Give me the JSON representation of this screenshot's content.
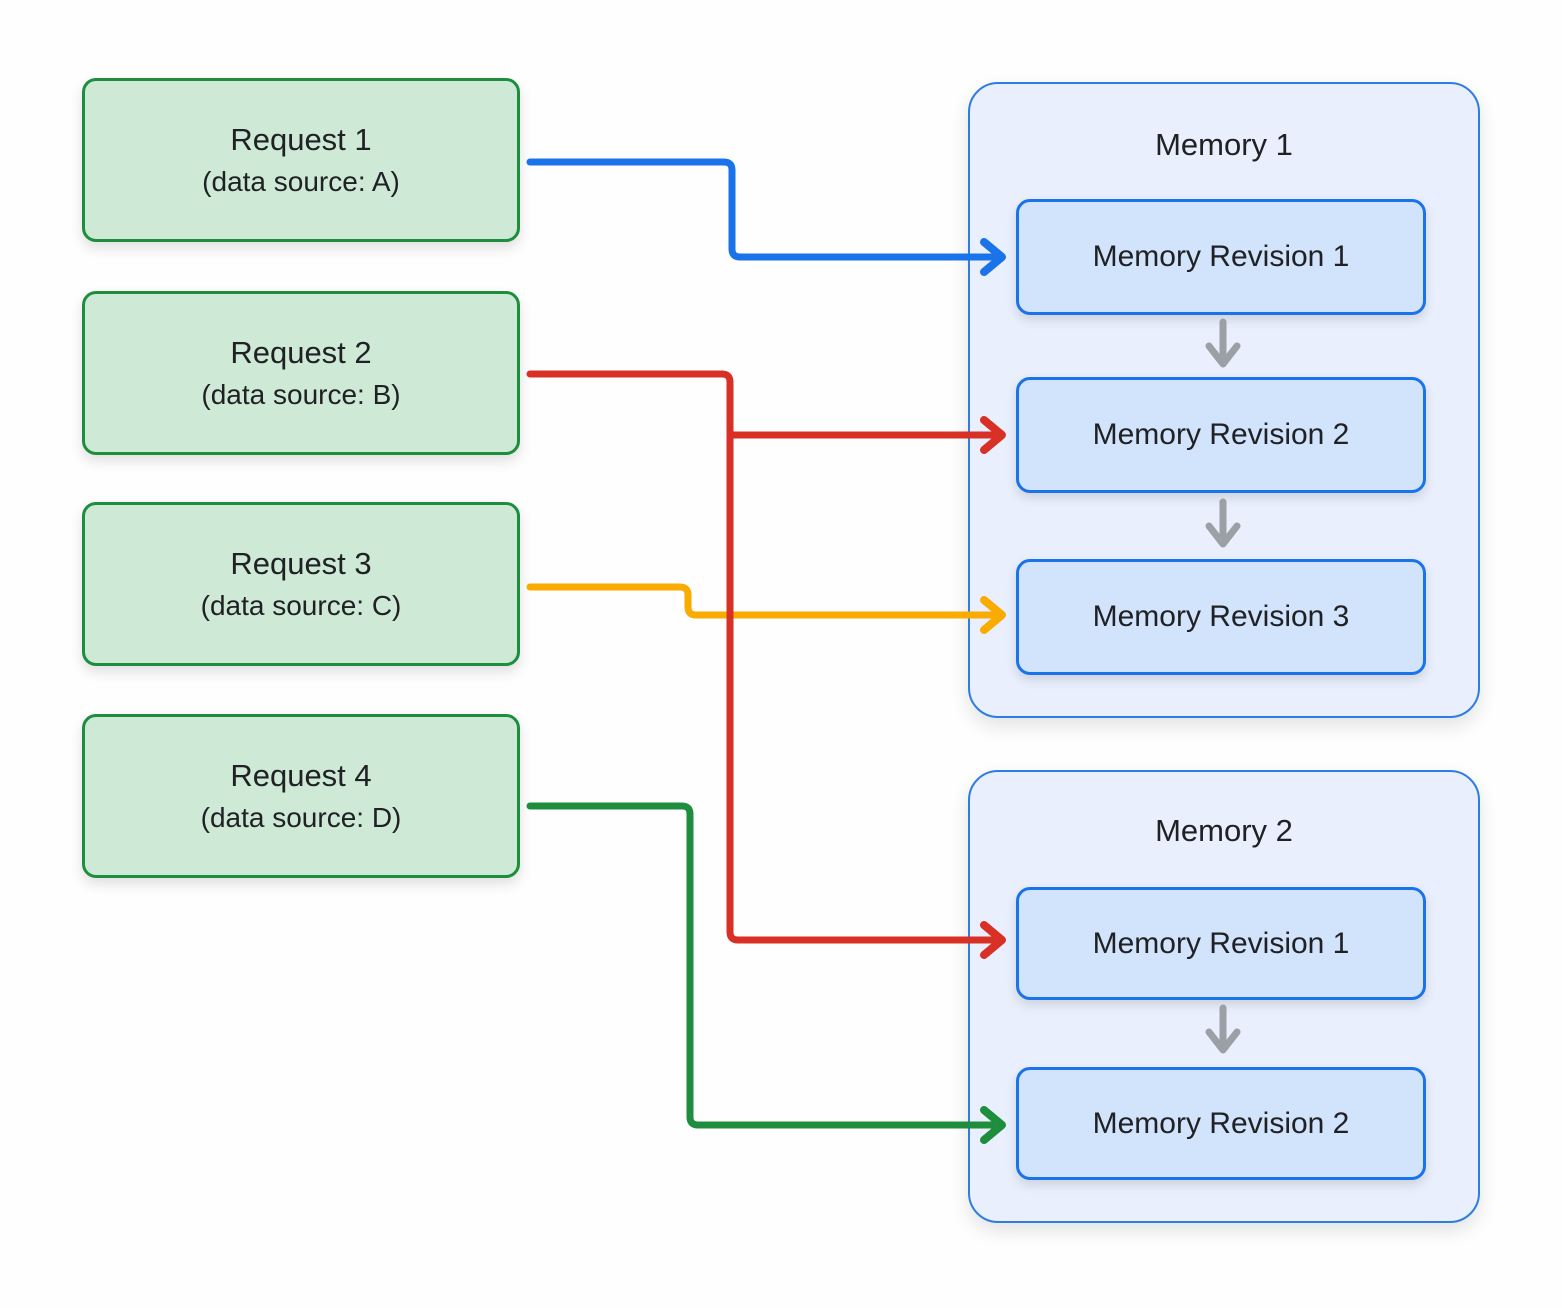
{
  "diagram": {
    "requests": [
      {
        "title": "Request 1",
        "subtitle": "(data source: A)"
      },
      {
        "title": "Request 2",
        "subtitle": "(data source: B)"
      },
      {
        "title": "Request 3",
        "subtitle": "(data source: C)"
      },
      {
        "title": "Request 4",
        "subtitle": "(data source: D)"
      }
    ],
    "memories": [
      {
        "title": "Memory 1",
        "revisions": [
          {
            "label": "Memory Revision 1"
          },
          {
            "label": "Memory Revision 2"
          },
          {
            "label": "Memory Revision 3"
          }
        ]
      },
      {
        "title": "Memory 2",
        "revisions": [
          {
            "label": "Memory Revision 1"
          },
          {
            "label": "Memory Revision 2"
          }
        ]
      }
    ],
    "connections": [
      {
        "from": "Request 1",
        "to": "Memory 1 / Memory Revision 1",
        "color": "#1a73e8"
      },
      {
        "from": "Request 2",
        "to": "Memory 1 / Memory Revision 2",
        "color": "#d93025"
      },
      {
        "from": "Request 2",
        "to": "Memory 2 / Memory Revision 1",
        "color": "#d93025"
      },
      {
        "from": "Request 3",
        "to": "Memory 1 / Memory Revision 3",
        "color": "#f9ab00"
      },
      {
        "from": "Request 4",
        "to": "Memory 2 / Memory Revision 2",
        "color": "#1e8e3e"
      }
    ],
    "colors": {
      "request_fill": "#ceead6",
      "request_border": "#1e8e3e",
      "memory_fill": "#e9effc",
      "memory_border": "#2f7de1",
      "revision_fill": "#d2e3fc",
      "revision_border": "#1a73e8",
      "flow_arrow": "#9aa0a6",
      "text": "#202124",
      "background": "#ffffff"
    }
  }
}
